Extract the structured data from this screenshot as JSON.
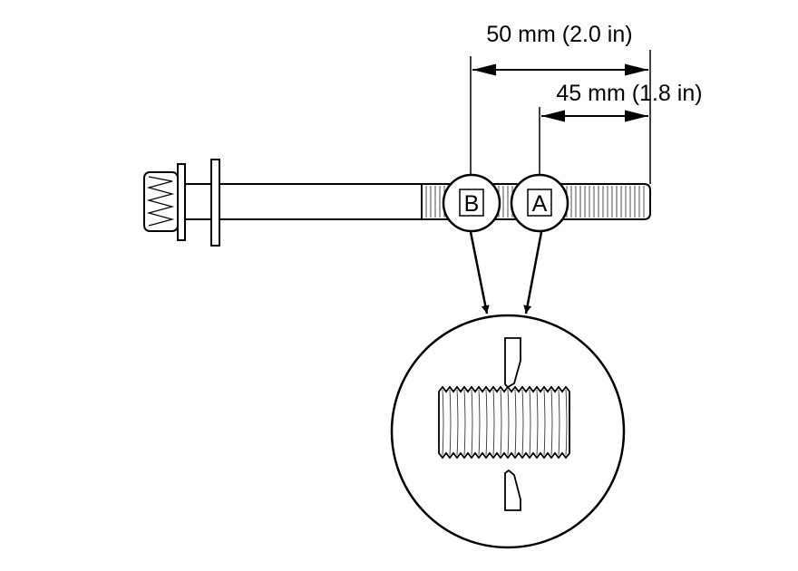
{
  "dimensions": {
    "outer": "50 mm (2.0 in)",
    "inner": "45 mm (1.8 in)"
  },
  "points": {
    "a": "A",
    "b": "B"
  }
}
